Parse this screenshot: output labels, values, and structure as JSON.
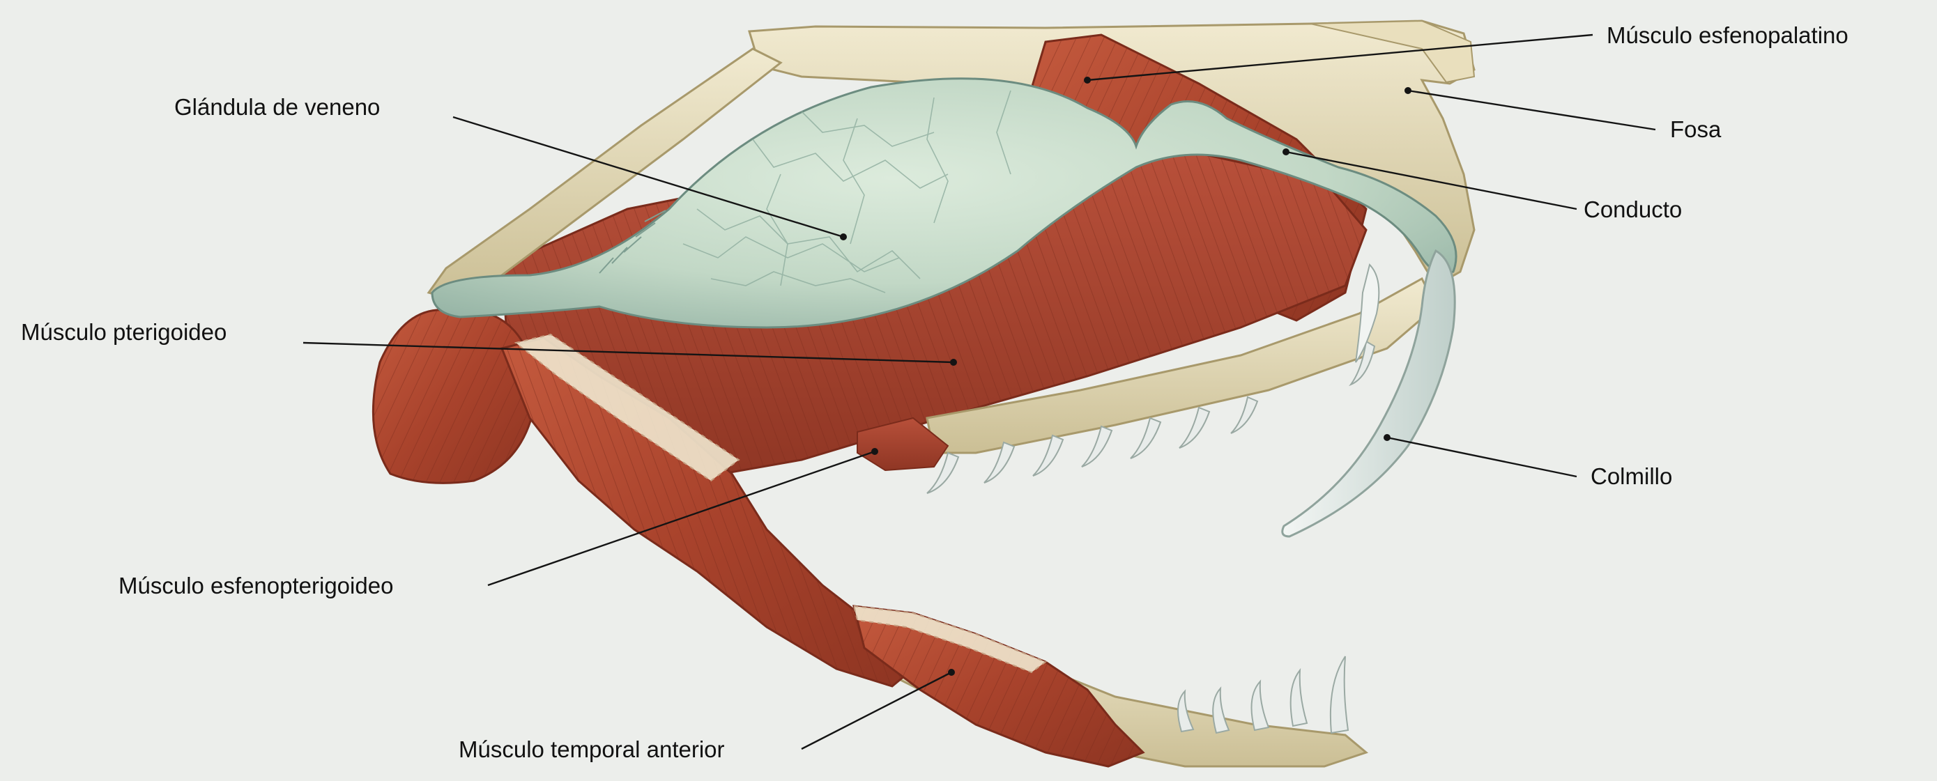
{
  "labels": {
    "glandula": "Glándula de veneno",
    "pterigoideo": "Músculo pterigoideo",
    "esfenopterigoideo": "Músculo esfenopterigoideo",
    "temporal": "Músculo temporal anterior",
    "esfenopalatino": "Músculo esfenopalatino",
    "fosa": "Fosa",
    "conducto": "Conducto",
    "colmillo": "Colmillo"
  },
  "colors": {
    "background": "#eceeeb",
    "bone": "#e2d7b4",
    "muscle": "#b04a32",
    "gland": "#c5dbc8",
    "fang": "#e6ecea",
    "label_text": "#111111"
  }
}
